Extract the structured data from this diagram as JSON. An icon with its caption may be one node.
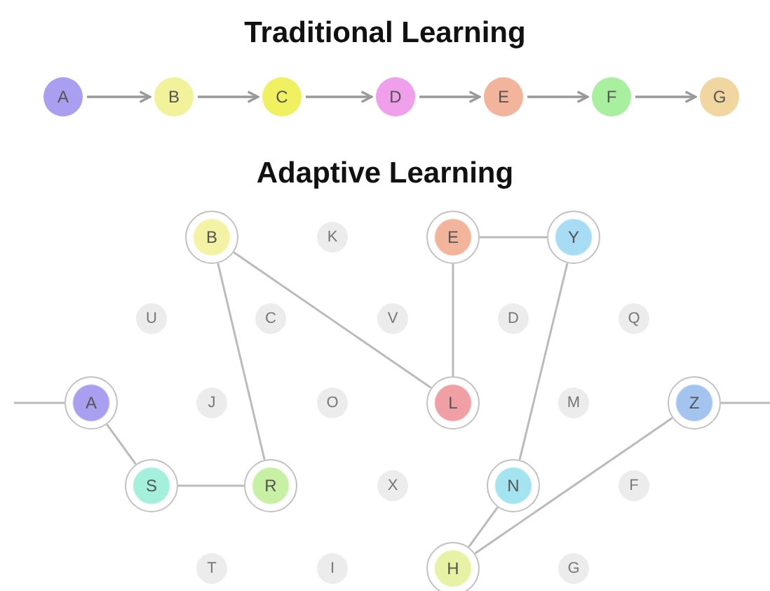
{
  "diagram": {
    "nodes": [
      {
        "text": [
          "A"
        ]
      },
      {
        "text": [
          "B"
        ]
      },
      {
        "text": [
          "C"
        ]
      },
      {
        "text": [
          "D"
        ]
      },
      {
        "text": [
          "E"
        ]
      },
      {
        "text": [
          "F"
        ]
      },
      {
        "text": [
          "G"
        ]
      },
      {
        "text": [
          "B"
        ]
      },
      {
        "text": [
          "K"
        ]
      },
      {
        "text": [
          "E"
        ]
      },
      {
        "text": [
          "Y"
        ]
      },
      {
        "text": [
          "U"
        ]
      },
      {
        "text": [
          "C"
        ]
      },
      {
        "text": [
          "V"
        ]
      },
      {
        "text": [
          "D"
        ]
      },
      {
        "text": [
          "Q"
        ]
      },
      {
        "text": [
          "A"
        ]
      },
      {
        "text": [
          "J"
        ]
      },
      {
        "text": [
          "O"
        ]
      },
      {
        "text": [
          "L"
        ]
      },
      {
        "text": [
          "M"
        ]
      },
      {
        "text": [
          "Z"
        ]
      },
      {
        "text": [
          "S"
        ]
      },
      {
        "text": [
          "R"
        ]
      },
      {
        "text": [
          "X"
        ]
      },
      {
        "text": [
          "N"
        ]
      },
      {
        "text": [
          "F"
        ]
      },
      {
        "text": [
          "T"
        ]
      },
      {
        "text": [
          "I"
        ]
      },
      {
        "text": [
          "H"
        ]
      },
      {
        "text": [
          "G"
        ]
      }
    ],
    "edges": [
      {
        "from": 0,
        "to": 1,
        "arrow": "to"
      },
      {
        "from": 1,
        "to": 2,
        "arrow": "to"
      },
      {
        "from": 2,
        "to": 3,
        "arrow": "to"
      },
      {
        "from": 3,
        "to": 4,
        "arrow": "to"
      },
      {
        "from": 4,
        "to": 5,
        "arrow": "to"
      },
      {
        "from": 5,
        "to": 6,
        "arrow": "to"
      },
      {
        "from": null,
        "to": 16,
        "arrow": "none"
      },
      {
        "from": 16,
        "to": 22,
        "arrow": "none"
      },
      {
        "from": 22,
        "to": 23,
        "arrow": "none"
      },
      {
        "from": 23,
        "to": 7,
        "arrow": "none"
      },
      {
        "from": 7,
        "to": 19,
        "arrow": "none"
      },
      {
        "from": 19,
        "to": 9,
        "arrow": "none"
      },
      {
        "from": 9,
        "to": 10,
        "arrow": "none"
      },
      {
        "from": 10,
        "to": 25,
        "arrow": "none"
      },
      {
        "from": 25,
        "to": 29,
        "arrow": "none"
      },
      {
        "from": 29,
        "to": 21,
        "arrow": "none"
      },
      {
        "from": 21,
        "to": null,
        "arrow": "none"
      }
    ],
    "labels": [
      "Traditional Learning",
      "Adaptive Learning"
    ]
  }
}
